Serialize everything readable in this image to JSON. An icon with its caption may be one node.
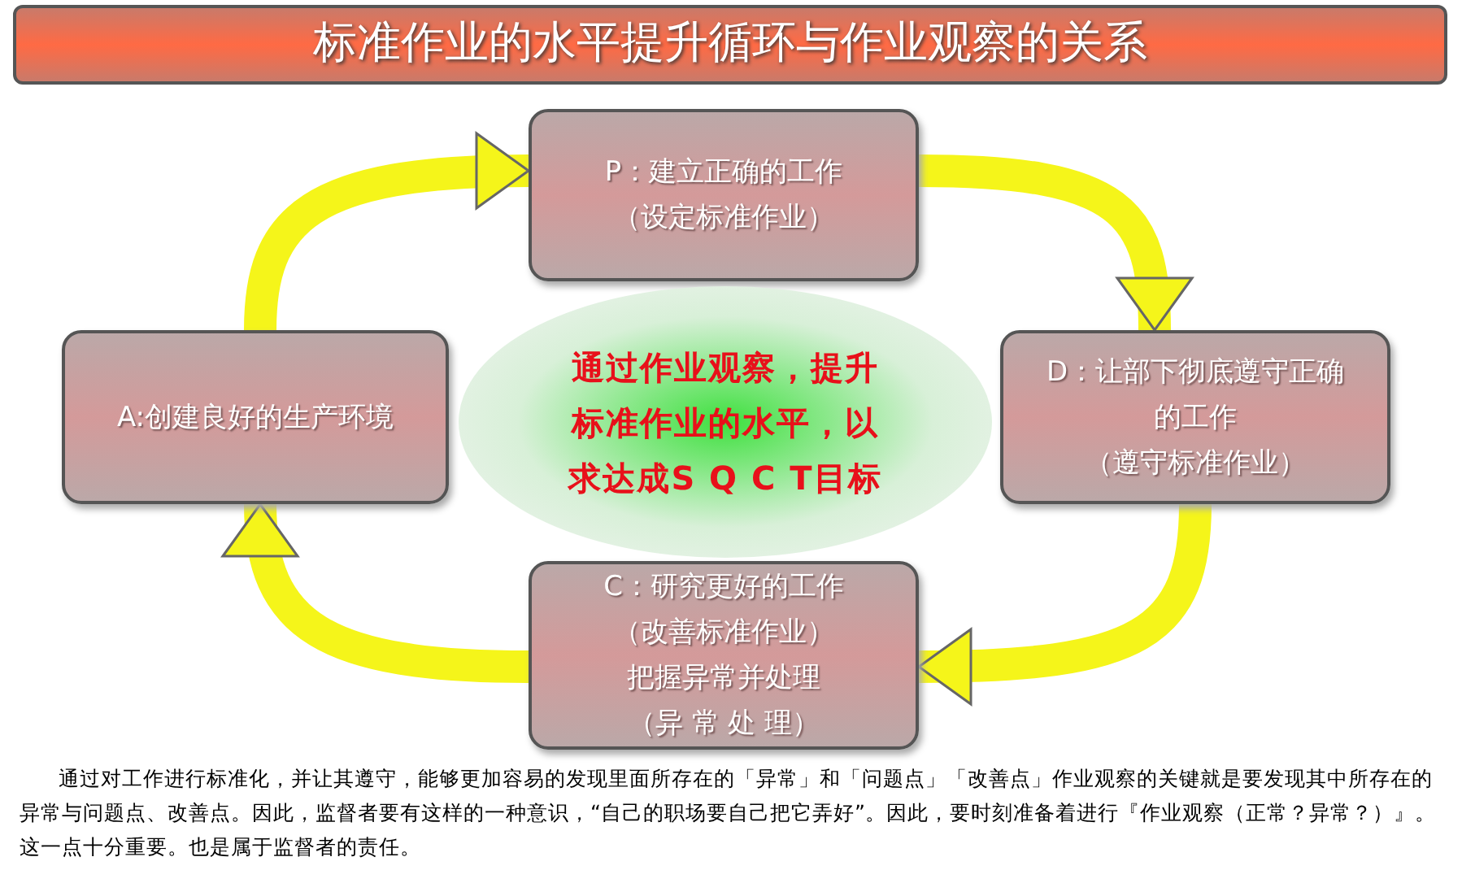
{
  "diagram": {
    "title": "标准作业的水平提升循环与作业观察的关系",
    "nodes": [
      {
        "text": [
          "P：建立正确的工作",
          "（设定标准作业）"
        ]
      },
      {
        "text": [
          "A:创建良好的生产环境"
        ]
      },
      {
        "text": [
          "通过作业观察，提升标准作业的水平，以求达成S Q C T目标"
        ]
      },
      {
        "text": [
          "D：让部下彻底遵守正确的工作",
          "（遵守标准作业）"
        ]
      },
      {
        "text": [
          "C：研究更好的工作",
          "（改善标准作业）",
          "把握异常并处理",
          "（异 常 处 理）"
        ]
      }
    ],
    "edges": [
      {
        "from": 1,
        "to": 0,
        "arrow": "to"
      },
      {
        "from": 0,
        "to": 3,
        "arrow": "to"
      },
      {
        "from": 3,
        "to": 4,
        "arrow": "to"
      },
      {
        "from": 4,
        "to": 1,
        "arrow": "to"
      }
    ],
    "labels": [
      "通过对工作进行标准化，并让其遵守，能够更加容易的发现里面所存在的「异常」和「问题点」「改善点」作业观察的关键就是要发现其中所存在的异常与问题点、改善点。因此，监督者要有这样的一种意识，“自己的职场要自己把它弄好”。因此，要时刻准备着进行『作业观察（正常？异常？）』。这一点十分重要。也是属于监督者的责任。"
    ]
  }
}
